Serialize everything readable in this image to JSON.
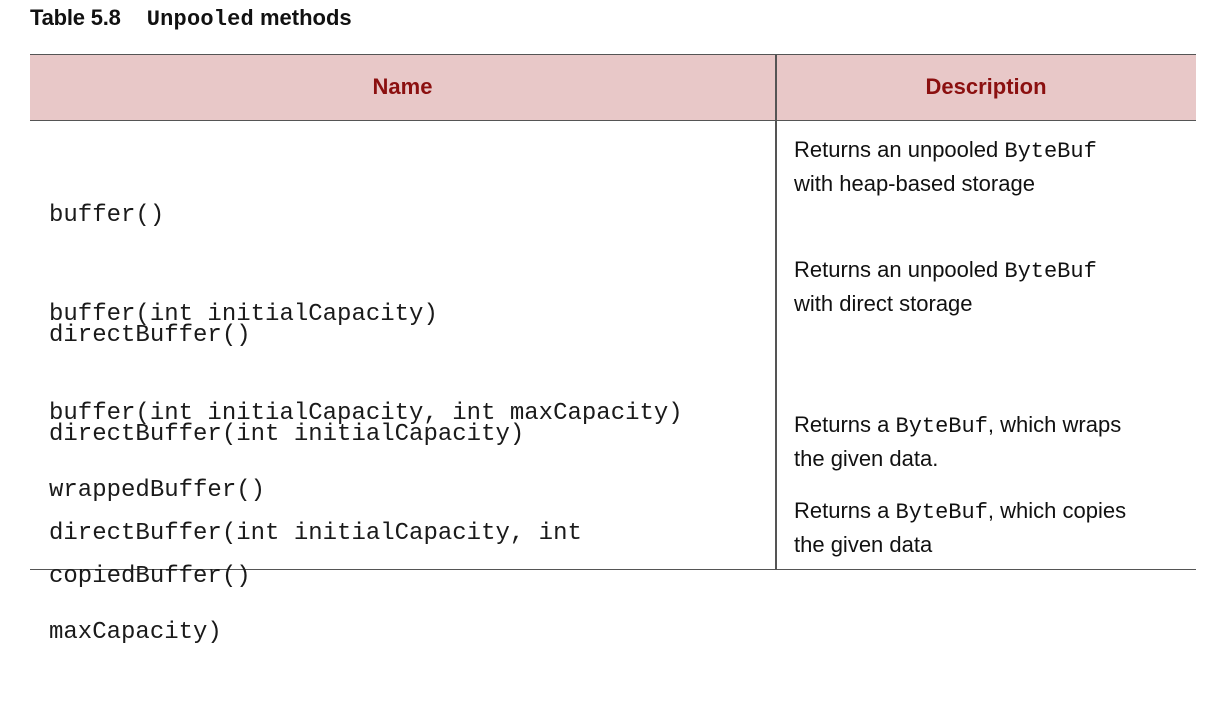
{
  "caption": {
    "label": "Table 5.8",
    "title_code": "Unpooled",
    "title_rest": "methods"
  },
  "table": {
    "headers": {
      "name": "Name",
      "description": "Description"
    },
    "rows": [
      {
        "name_lines": [
          "buffer()",
          "buffer(int initialCapacity)",
          "buffer(int initialCapacity, int maxCapacity)"
        ],
        "desc": {
          "pre": "Returns an unpooled ",
          "code": "ByteBuf",
          "post": "",
          "line2": "with heap-based storage"
        }
      },
      {
        "name_lines": [
          "directBuffer()",
          "directBuffer(int initialCapacity)",
          "directBuffer(int initialCapacity, int",
          "maxCapacity)"
        ],
        "desc": {
          "pre": "Returns an unpooled ",
          "code": "ByteBuf",
          "post": "",
          "line2": "with direct storage"
        }
      },
      {
        "name_lines": [
          "wrappedBuffer()"
        ],
        "desc": {
          "pre": "Returns a ",
          "code": "ByteBuf",
          "post": ", which wraps",
          "line2": "the given data."
        }
      },
      {
        "name_lines": [
          "copiedBuffer()"
        ],
        "desc": {
          "pre": "Returns a ",
          "code": "ByteBuf",
          "post": ", which copies",
          "line2": "the given data"
        }
      }
    ]
  }
}
